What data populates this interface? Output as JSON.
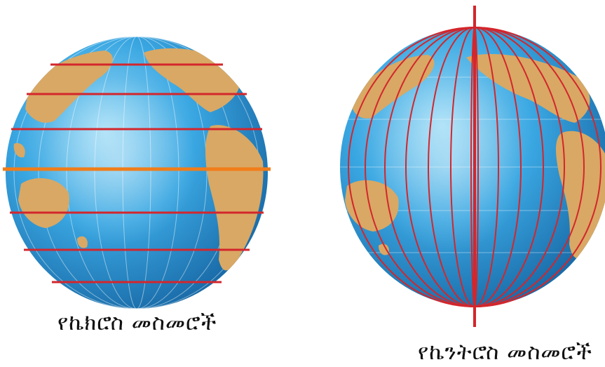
{
  "figure": {
    "left_globe": {
      "caption": "የኬክሮስ  መስመሮች",
      "line_type": "latitude",
      "line_color": "#d3262c",
      "equator_color": "#f07d1a"
    },
    "right_globe": {
      "caption": "የኬንትሮስ  መስመሮች",
      "line_type": "longitude",
      "line_color": "#d3262c"
    },
    "colors": {
      "ocean_light": "#9fdcf6",
      "ocean_mid": "#3aa7e2",
      "ocean_dark": "#14619e",
      "land": "#d9a864",
      "background": "#ffffff"
    }
  }
}
